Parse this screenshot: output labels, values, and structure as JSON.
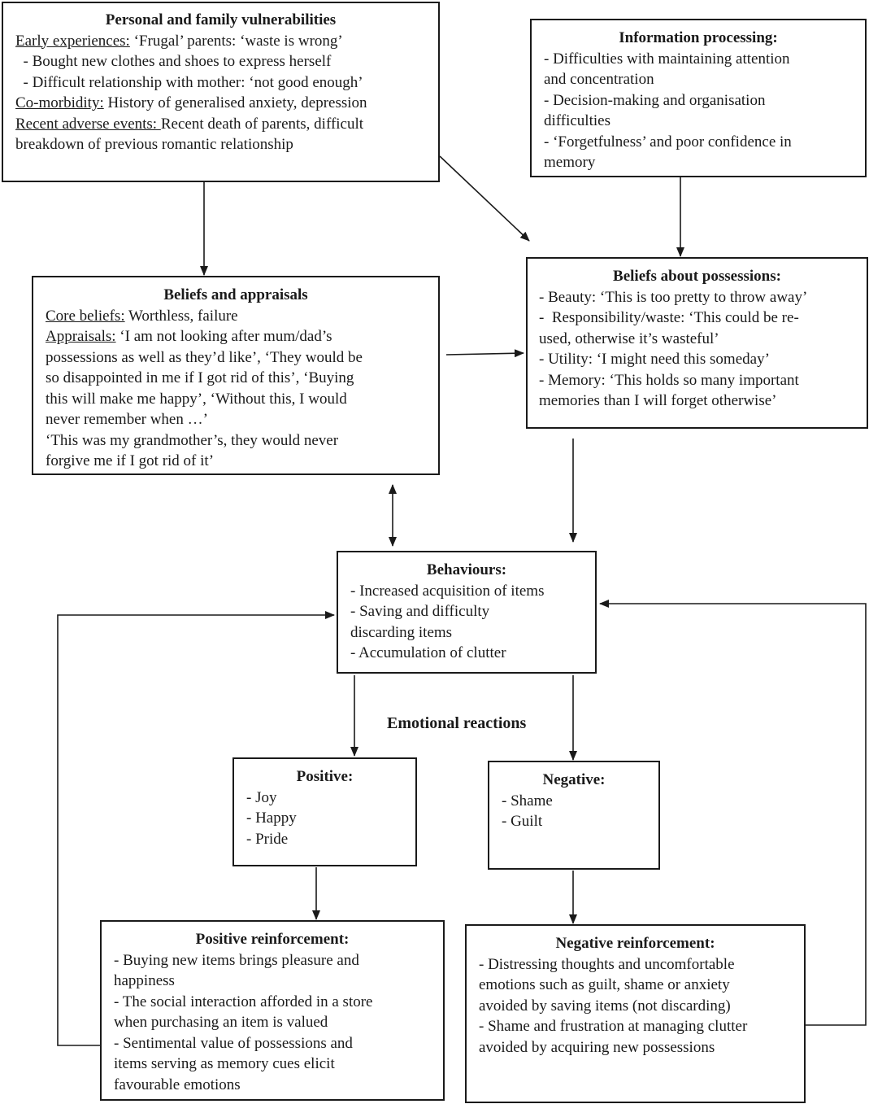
{
  "personal": {
    "title": "Personal and family vulnerabilities",
    "early_label": "Early experiences:",
    "early_text": " ‘Frugal’ parents: ‘waste is wrong’",
    "early_item1": "  - Bought new clothes and shoes to express herself",
    "early_item2": "  - Difficult relationship with mother: ‘not good enough’",
    "comorb_label": "Co-morbidity:",
    "comorb_text": " History of generalised anxiety, depression",
    "recent_label": "Recent adverse events: ",
    "recent_text": "Recent death of parents, difficult",
    "recent_text2": "breakdown of previous romantic relationship"
  },
  "info": {
    "title": "Information processing:",
    "lines": [
      "- Difficulties with maintaining attention",
      "and concentration",
      "- Decision-making and organisation",
      "difficulties",
      "- ‘Forgetfulness’ and poor confidence in",
      "memory"
    ]
  },
  "beliefs": {
    "title": "Beliefs and appraisals",
    "core_label": "Core beliefs:",
    "core_text": " Worthless, failure",
    "appr_label": "Appraisals:",
    "appr_text": " ‘I am not looking after mum/dad’s",
    "lines": [
      "possessions as well as they’d like’, ‘They would be",
      "so disappointed in me if I got rid of this’, ‘Buying",
      "this will make me happy’, ‘Without this, I would",
      "never remember when …’",
      "‘This was my grandmother’s, they would never",
      "forgive me if I got rid of it’"
    ]
  },
  "possessions": {
    "title": "Beliefs about possessions:",
    "lines": [
      "- Beauty: ‘This is too pretty to throw away’",
      "-  Responsibility/waste: ‘This could be re-",
      "used, otherwise it’s wasteful’",
      "- Utility: ‘I might need this someday’",
      "- Memory: ‘This holds so many important",
      "memories than I will forget otherwise’"
    ]
  },
  "behaviours": {
    "title": "Behaviours:",
    "lines": [
      "- Increased acquisition of items",
      "- Saving and difficulty",
      "discarding items",
      "- Accumulation of clutter"
    ]
  },
  "emotional_label": "Emotional reactions",
  "positive": {
    "title": "Positive:",
    "lines": [
      "- Joy",
      "- Happy",
      "- Pride"
    ]
  },
  "negative": {
    "title": "Negative:",
    "lines": [
      "- Shame",
      "- Guilt"
    ]
  },
  "pos_reinf": {
    "title": "Positive reinforcement:",
    "lines": [
      "- Buying new items brings pleasure and",
      "happiness",
      "- The social interaction afforded in a store",
      "when purchasing an item is valued",
      "- Sentimental value of possessions and",
      "items serving as memory cues elicit",
      "favourable emotions"
    ]
  },
  "neg_reinf": {
    "title": "Negative reinforcement:",
    "lines": [
      "- Distressing thoughts and uncomfortable",
      "emotions such as guilt, shame or anxiety",
      "avoided by saving items (not discarding)",
      "- Shame and frustration at managing clutter",
      "avoided by acquiring new possessions"
    ]
  },
  "colors": {
    "ink": "#1a1a1a",
    "background": "#ffffff"
  }
}
